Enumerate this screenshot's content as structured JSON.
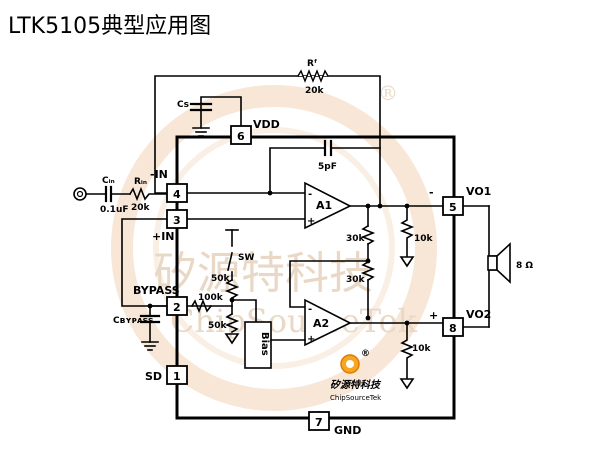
{
  "title": "LTK5105典型应用图",
  "watermark": {
    "chinese": "矽源特科技",
    "english": "ChipSourceTek",
    "registered": "®",
    "color": "#f2c9a2"
  },
  "logo": {
    "chinese": "矽源特科技",
    "english": "ChipSourceTek",
    "registered": "®"
  },
  "pins": [
    {
      "num": "1",
      "label": "SD"
    },
    {
      "num": "2",
      "label": "BYPASS"
    },
    {
      "num": "3",
      "label": "+IN"
    },
    {
      "num": "4",
      "label": "-IN"
    },
    {
      "num": "5",
      "label": "VO1"
    },
    {
      "num": "6",
      "label": "VDD"
    },
    {
      "num": "7",
      "label": "GND"
    },
    {
      "num": "8",
      "label": "VO2"
    }
  ],
  "components": {
    "cin": "Cᵢₙ",
    "cin_value": "0.1uF",
    "rin": "Rᵢₙ",
    "rin_value": "20k",
    "rf": "Rᶠ",
    "rf_value": "20k",
    "cs": "Cs",
    "cap_5pf": "5pF",
    "r_30k_top": "30k",
    "r_30k_bottom": "30k",
    "r_10k_vo1": "10k",
    "r_10k_vo2": "10k",
    "r_50k_top": "50k",
    "r_50k_bottom": "50k",
    "r_100k": "100k",
    "cbypass": "Cʙʏᴘᴀss",
    "switch": "SW",
    "bias": "Bias",
    "amp1": "A1",
    "amp2": "A2",
    "speaker": "8 Ω",
    "vo1_sign": "-",
    "vo2_sign": "+",
    "a1_minus": "-",
    "a1_plus": "+",
    "a2_minus": "-",
    "a2_plus": "+"
  }
}
